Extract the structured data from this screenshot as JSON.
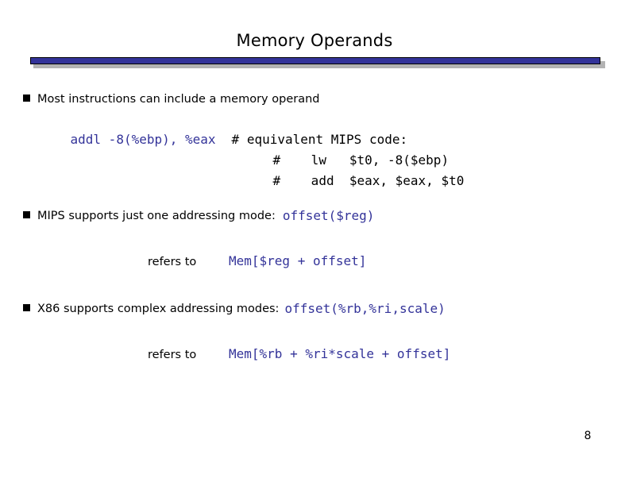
{
  "slide": {
    "title": "Memory Operands",
    "page_number": "8",
    "accent_color": "#333399",
    "divider_shadow_color": "#b3b3b3",
    "background_color": "#ffffff",
    "bullet_glyph": "square-bullet"
  },
  "bullets": [
    {
      "id": "bullet-memory-operand",
      "text": "Most instructions can include a memory operand"
    },
    {
      "id": "bullet-mips-addressing",
      "prose": "MIPS supports just one addressing mode:",
      "code": "offset($reg)"
    },
    {
      "id": "bullet-x86-addressing",
      "prose": "X86 supports complex addressing modes:",
      "code": "offset(%rb,%ri,scale)"
    }
  ],
  "code_block": {
    "line1_code": "addl -8(%ebp), %eax",
    "line1_comment": "# equivalent MIPS code:",
    "line2_comment": "#    lw   $t0, -8($ebp)",
    "line3_comment": "#    add  $eax, $eax, $t0"
  },
  "refers": [
    {
      "id": "refers-mips",
      "label": "refers to",
      "expression": "Mem[$reg + offset]"
    },
    {
      "id": "refers-x86",
      "label": "refers to",
      "expression": "Mem[%rb + %ri*scale + offset]"
    }
  ]
}
